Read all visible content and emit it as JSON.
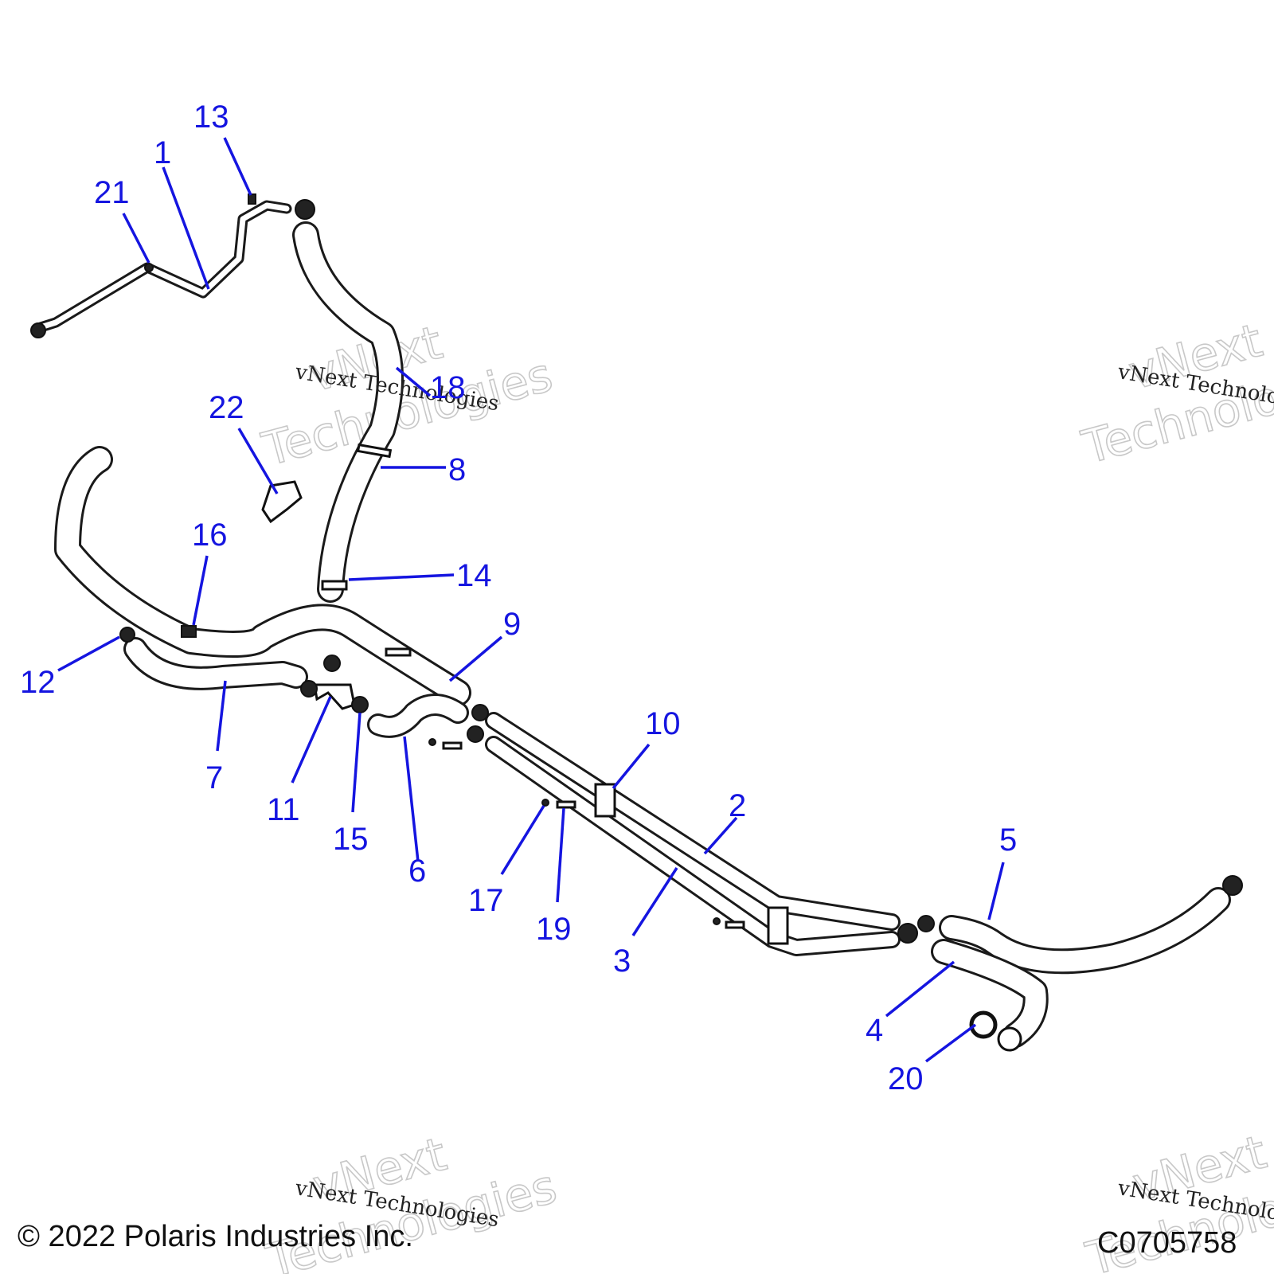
{
  "callouts": [
    "1",
    "2",
    "3",
    "4",
    "5",
    "6",
    "7",
    "8",
    "9",
    "10",
    "11",
    "12",
    "13",
    "14",
    "15",
    "16",
    "17",
    "18",
    "19",
    "20",
    "21",
    "22"
  ],
  "watermark": {
    "line1": "vNext Technologies",
    "big1": "vNext",
    "big2": "Technologies"
  },
  "copyright": "© 2022 Polaris Industries Inc.",
  "drawing_id": "C0705758",
  "colors": {
    "callout": "#1515e0",
    "line": "#1a1a1a"
  }
}
